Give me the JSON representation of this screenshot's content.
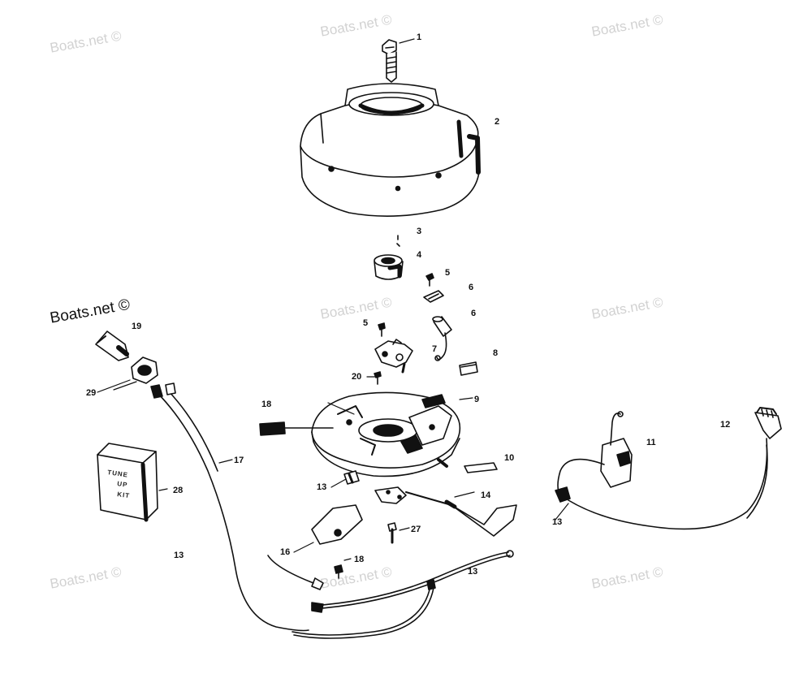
{
  "watermark": {
    "text": "Boats.net ©"
  },
  "tag": {
    "line1": "TUNE",
    "line2": "UP",
    "line3": "KIT"
  },
  "callouts": {
    "c1": "1",
    "c2": "2",
    "c3": "3",
    "c4": "4",
    "c5a": "5",
    "c5b": "5",
    "c6a": "6",
    "c6b": "6",
    "c7": "7",
    "c8": "8",
    "c9": "9",
    "c10": "10",
    "c11": "11",
    "c12": "12",
    "c13a": "13",
    "c13b": "13",
    "c13c": "13",
    "c13d": "13",
    "c14": "14",
    "c16": "16",
    "c17": "17",
    "c18a": "18",
    "c18b": "18",
    "c19": "19",
    "c20": "20",
    "c27": "27",
    "c28": "28",
    "c29": "29"
  }
}
